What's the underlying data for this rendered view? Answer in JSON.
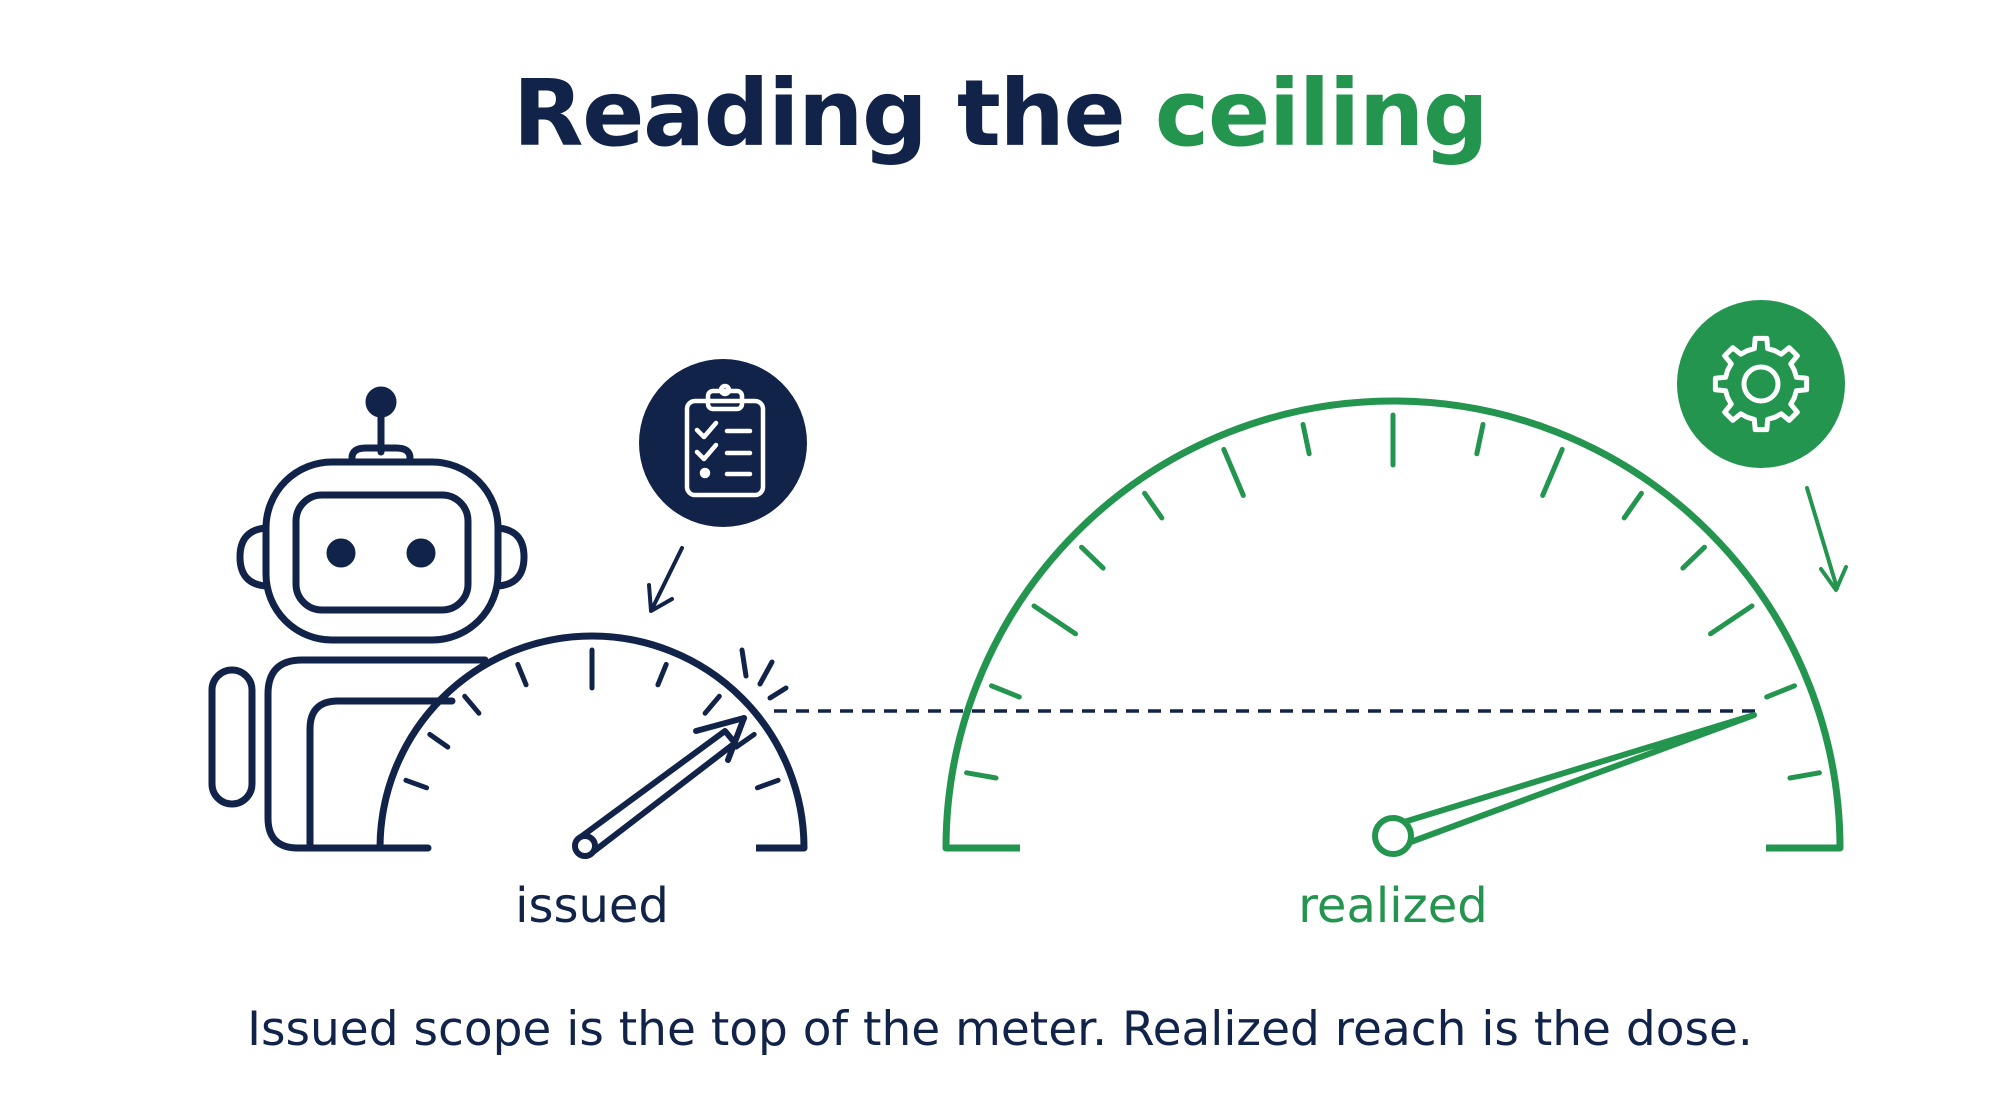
{
  "title": {
    "part1": "Reading the ",
    "part2": "ceiling"
  },
  "labels": {
    "issued": "issued",
    "realized": "realized"
  },
  "caption": "Issued scope is the top of the meter. Realized reach is the dose.",
  "colors": {
    "navy": "#12234a",
    "green": "#23954f"
  },
  "icons": {
    "agent": "robot-icon",
    "issued_badge": "clipboard-checklist-icon",
    "realized_badge": "gear-icon"
  }
}
